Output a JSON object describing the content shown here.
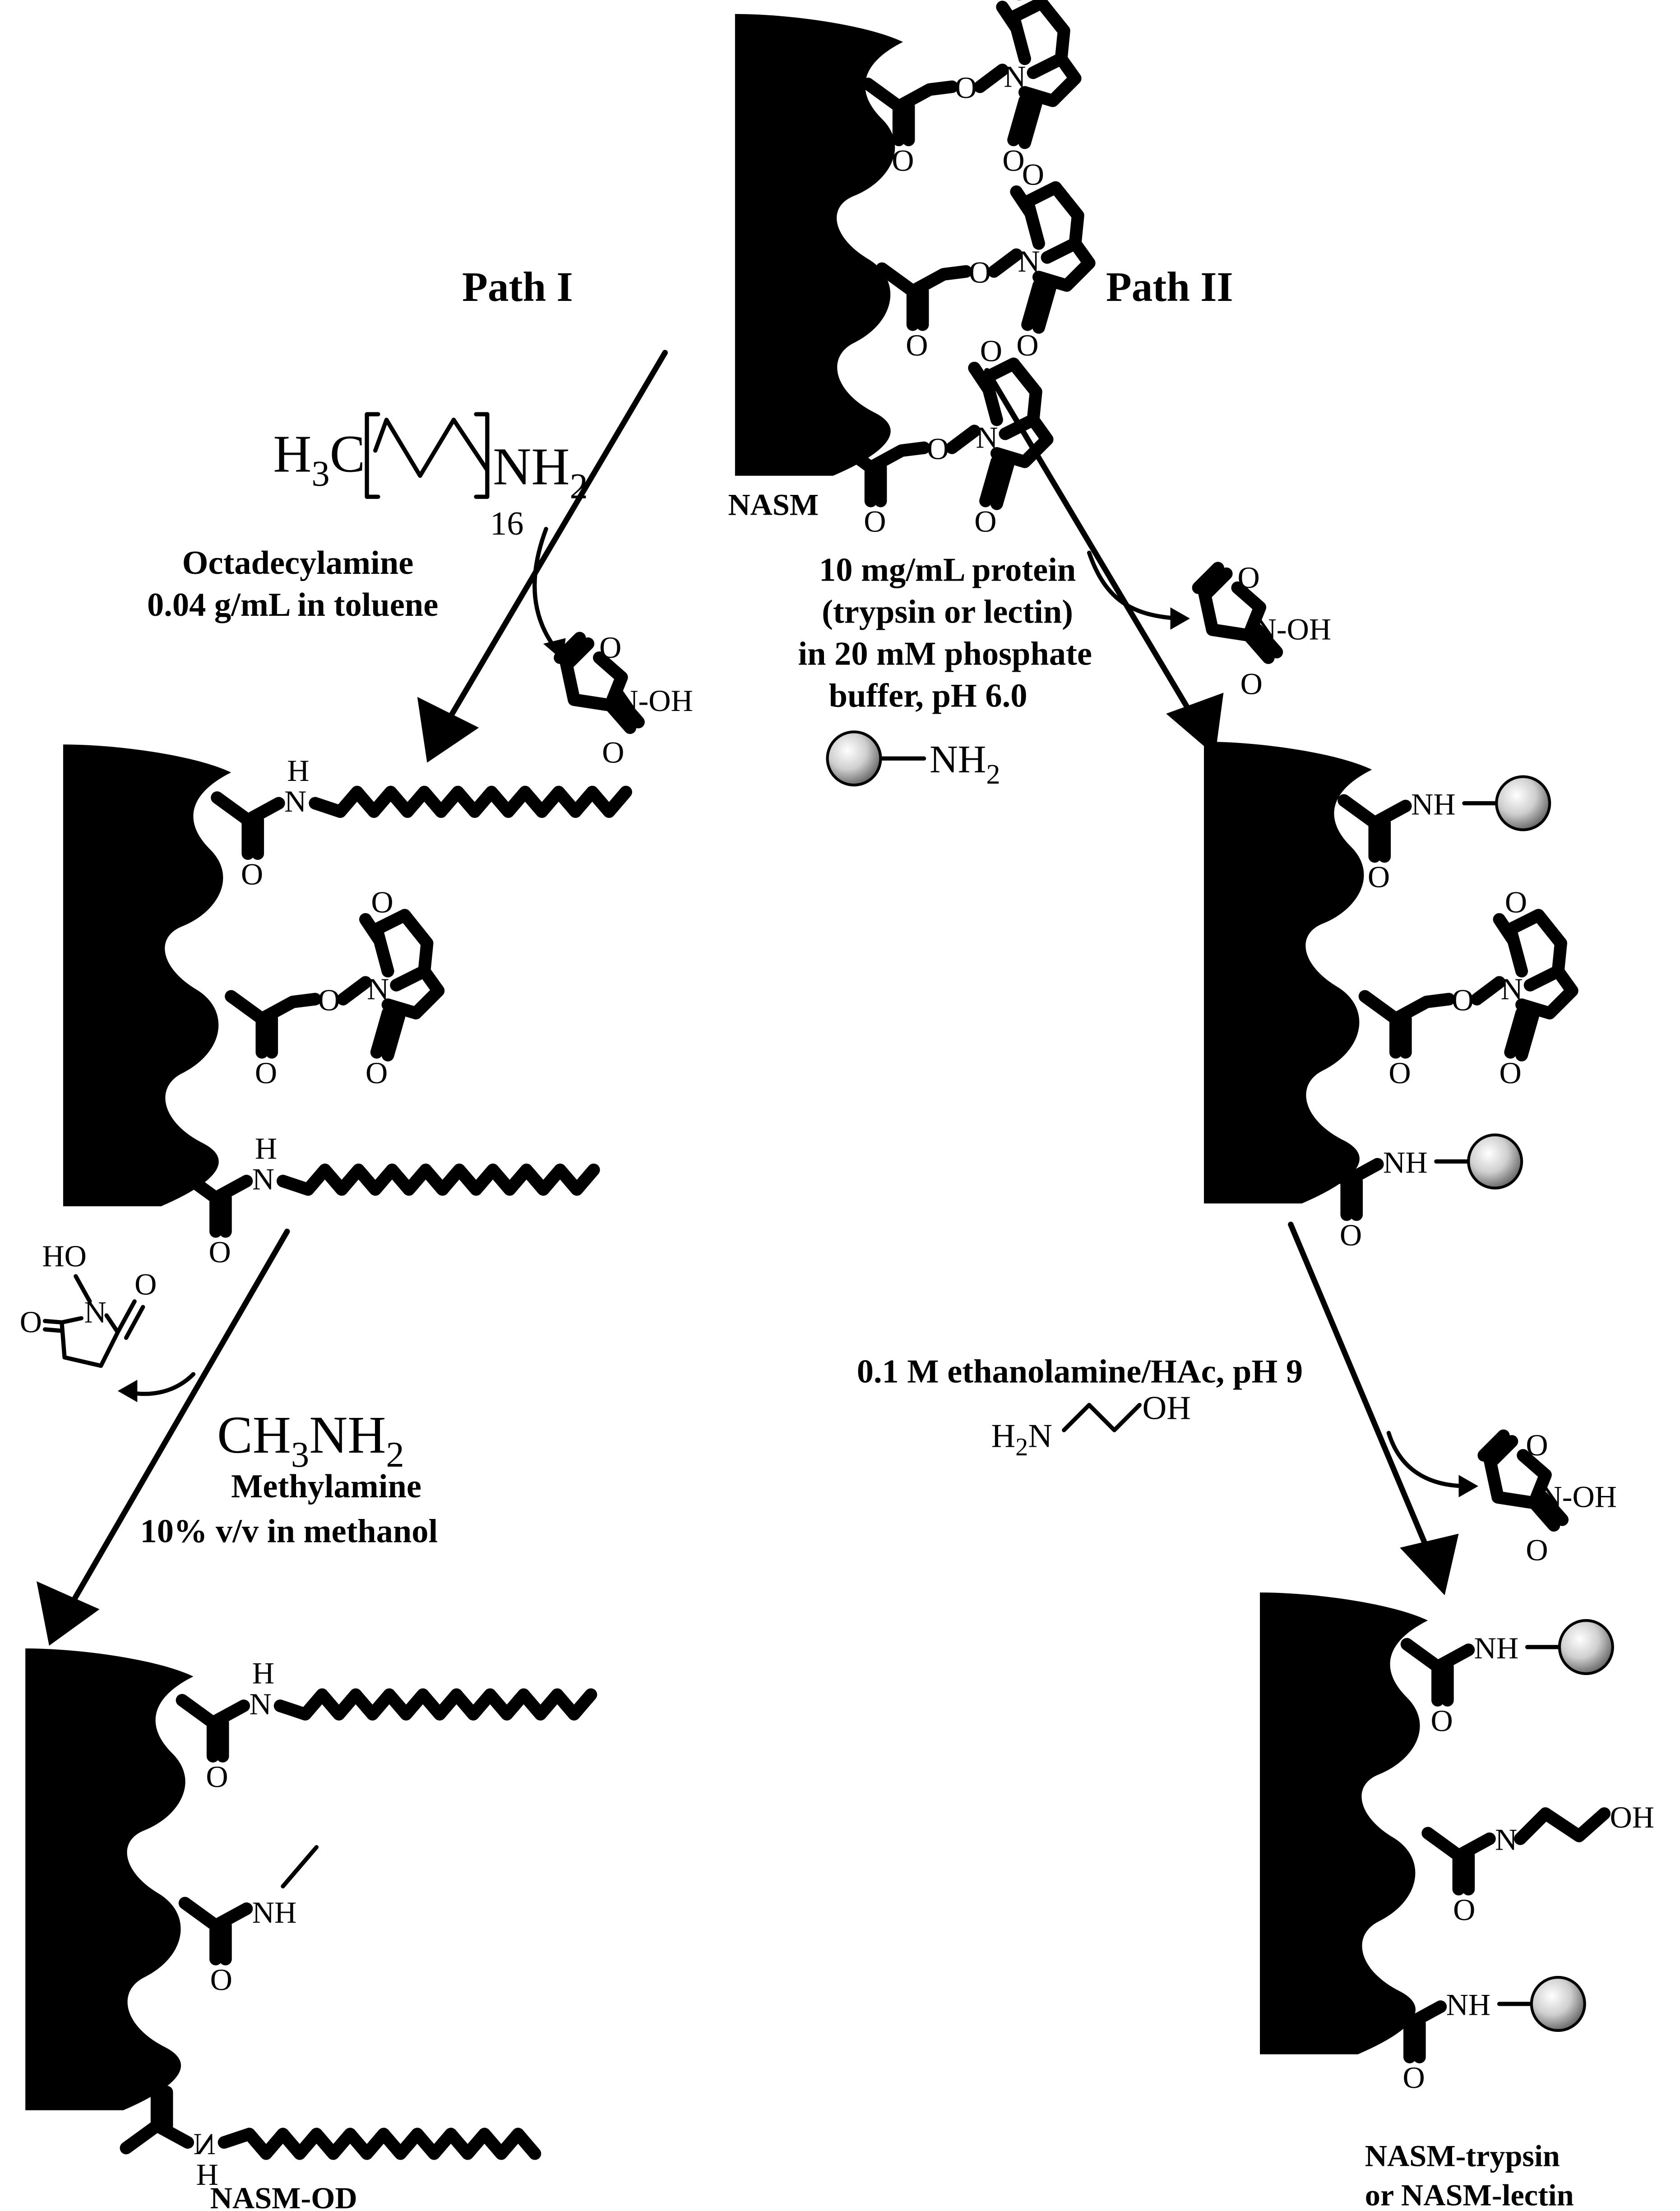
{
  "paths": {
    "path1_label": "Path I",
    "path2_label": "Path II"
  },
  "start": {
    "label": "NASM"
  },
  "path1": {
    "reagent1_formula_left": "H",
    "reagent1_formula_sub3": "3",
    "reagent1_formula_c": "C",
    "reagent1_formula_repeat": "16",
    "reagent1_formula_nh": "NH",
    "reagent1_formula_sub2": "2",
    "reagent1_name": "Octadecylamine",
    "reagent1_conditions": "0.04 g/mL in toluene",
    "reagent2_formula": "CH",
    "reagent2_sub3": "3",
    "reagent2_nh": "NH",
    "reagent2_sub2": "2",
    "reagent2_name": "Methylamine",
    "reagent2_conditions": "10% v/v in methanol",
    "product_label": "NASM-OD"
  },
  "path2": {
    "protein_line1": "10 mg/mL protein",
    "protein_line2": "(trypsin or lectin)",
    "protein_line3": "in 20 mM phosphate",
    "protein_line4": "buffer, pH 6.0",
    "protein_nh": "NH",
    "protein_sub2": "2",
    "quench_conditions": "0.1 M ethanolamine/HAc, pH 9",
    "ethanolamine_h": "H",
    "ethanolamine_sub2": "2",
    "ethanolamine_n": "N",
    "ethanolamine_oh": "OH",
    "product_label_1": "NASM-trypsin",
    "product_label_2": "or NASM-lectin"
  },
  "atoms": {
    "O": "O",
    "N": "N",
    "H": "H",
    "NH": "NH",
    "NOH": "N-OH",
    "HO": "HO",
    "OH": "OH"
  }
}
